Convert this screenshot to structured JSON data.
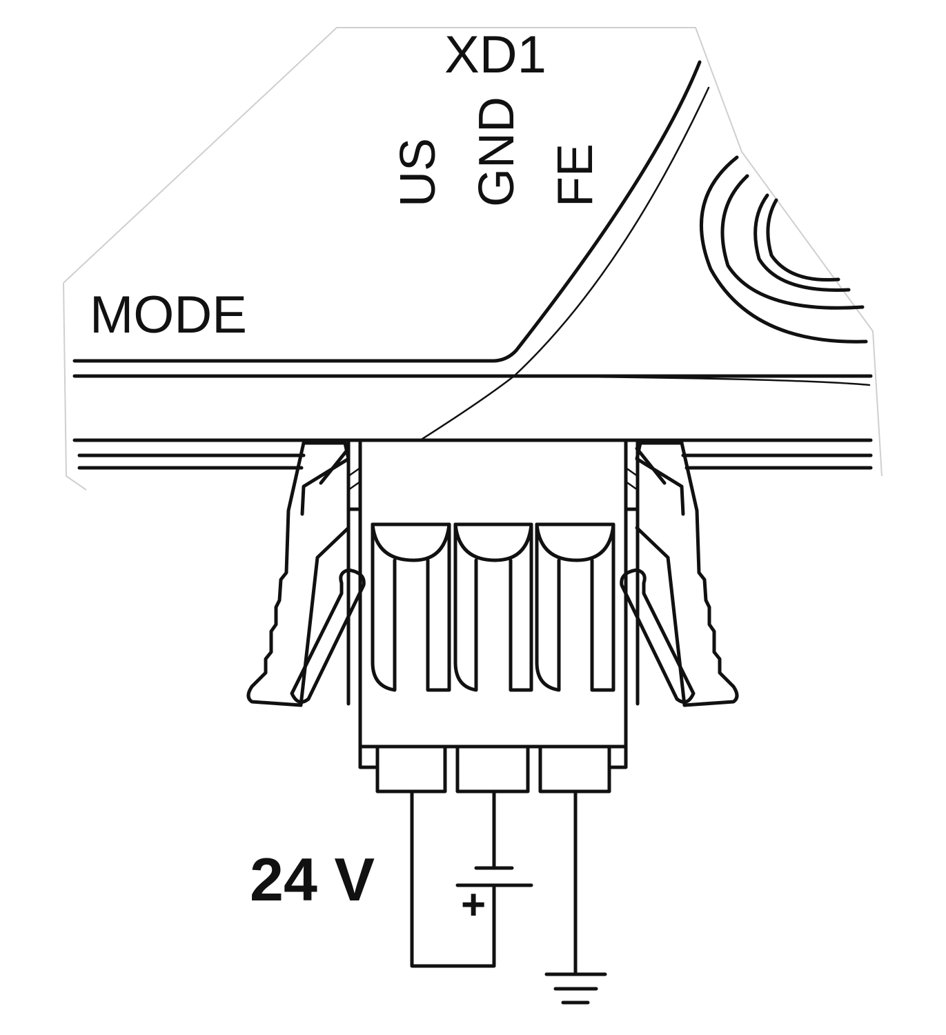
{
  "connector_label": "XD1",
  "mode_label": "MODE",
  "pins": [
    "US",
    "GND",
    "FE"
  ],
  "supply_voltage": "24 V",
  "battery_polarity": "+",
  "ground_icon": "ground-icon",
  "colors": {
    "line": "#111111",
    "background": "#ffffff"
  }
}
